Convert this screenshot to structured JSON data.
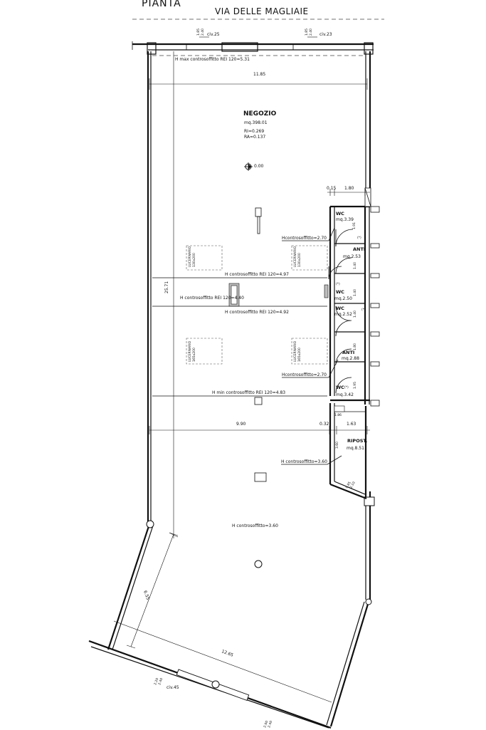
{
  "header": {
    "title": "PIANTA",
    "street": "VIA DELLE MAGLIAIE"
  },
  "entrances": {
    "civ25": {
      "label": "civ.25",
      "d1": "1.85",
      "d2": "2.40"
    },
    "civ23": {
      "label": "civ.23",
      "d1": "1.85",
      "d2": "2.40"
    },
    "civ45": {
      "label": "civ.45",
      "d1": "2.20",
      "d2": "2.40",
      "d3": "2.00",
      "d4": "2.40"
    }
  },
  "shop": {
    "name": "NEGOZIO",
    "area": "mq.398.01",
    "ri": "RI=0.269",
    "ra": "RA=0.137",
    "elevation": "0.00"
  },
  "ceilings": {
    "hmax": "H max controsoffitto REI 120=5.31",
    "h497": "H controsoffitto REI 120=4.97",
    "h440": "H controsoffitto REI 120=4.40",
    "h492": "H controsoffitto REI 120=4.92",
    "hmin": "H min controsoffitto REI 120=4.83",
    "h270a": "Hcontrosoffitto=2.70",
    "h270b": "Hcontrosoffitto=2.70",
    "h360a": "H controsoffitto=3.60",
    "h360b": "H controsoffitto=3.60"
  },
  "dimensions": {
    "width_top": "11.85",
    "height_total": "25.71",
    "d015": "0.15",
    "d180": "1.80",
    "d990": "9.90",
    "d032": "0.32",
    "d163": "1.63",
    "d186": "1.86",
    "d655": "6.55",
    "d1265": "12.65",
    "d191": "1.91",
    "d140a": "1.40",
    "d140b": "1.40",
    "d140c": "1.40",
    "d180b": "1.80",
    "d195": "1.95",
    "d360": "3.60",
    "d085": "0.85",
    "d210": "2.10"
  },
  "skylights": {
    "s1": {
      "label": "LUCERNARIO",
      "size": "130x200"
    },
    "s2": {
      "label": "LUCERNARIO",
      "size": "130x200"
    },
    "s3": {
      "label": "LUCERNARIO",
      "size": "165x200"
    },
    "s4": {
      "label": "LUCERNARIO",
      "size": "165x200"
    }
  },
  "rooms": {
    "wc1": {
      "name": "WC",
      "area": "mq.3.39"
    },
    "anti1": {
      "name": "ANTI",
      "area": "mq.2.53"
    },
    "wc2": {
      "name": "WC",
      "area": "mq.2.50"
    },
    "wc3": {
      "name": "WC",
      "area": "mq.2.52"
    },
    "anti2": {
      "name": "ANTI",
      "area": "mq.2.88"
    },
    "wc4": {
      "name": "WC",
      "area": "mq.3.42"
    },
    "ripost": {
      "name": "RIPOST.",
      "area": "mq.8.51"
    }
  },
  "marks": {
    "star": "(*)"
  }
}
